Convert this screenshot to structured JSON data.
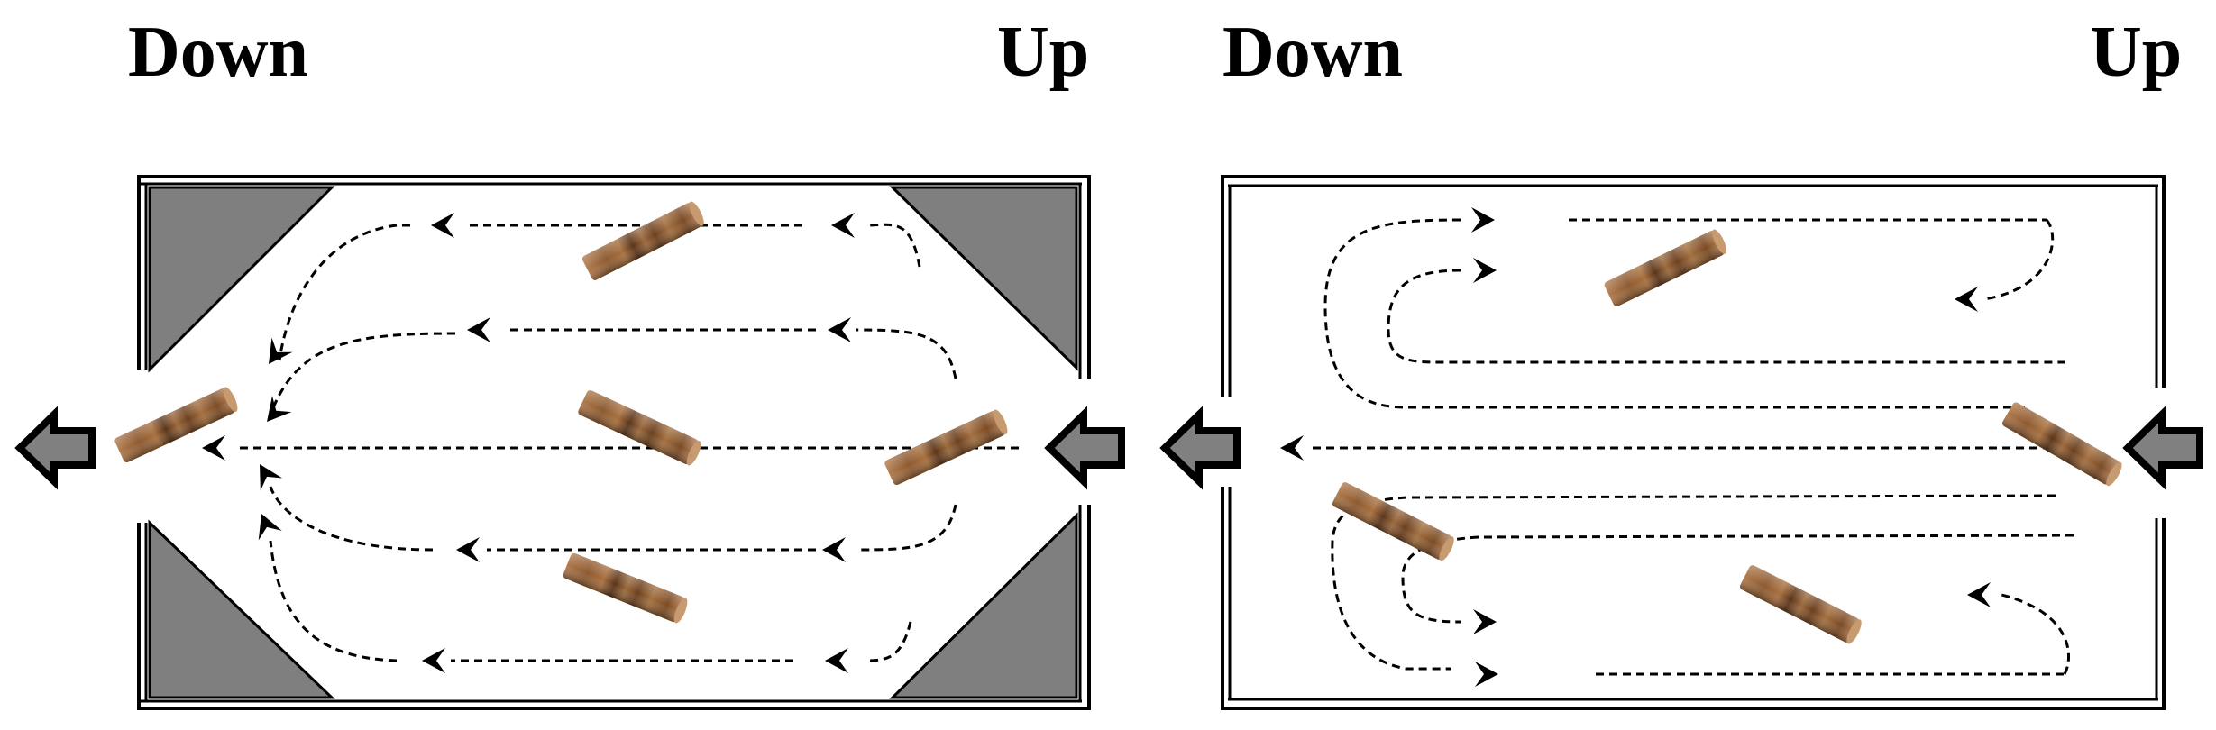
{
  "panels": [
    {
      "down_label": "Down",
      "up_label": "Up"
    },
    {
      "down_label": "Down",
      "up_label": "Up"
    }
  ],
  "colors": {
    "wall": "#000000",
    "baffle_fill": "#7f7f7f",
    "flow_line": "#000000",
    "log_light": "#b07a4c",
    "log_dark": "#5a3418",
    "log_end": "#c89a70"
  },
  "icons": {
    "flow_arrow": "block-arrow-left",
    "streamline_head": "arrowhead",
    "wood_log": "wood-log"
  }
}
